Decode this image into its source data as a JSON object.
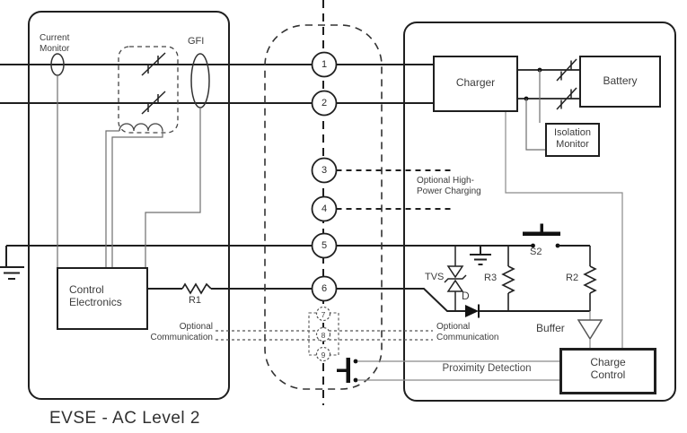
{
  "diagram": {
    "title": "EVSE - AC Level 2",
    "evse": {
      "current_monitor": "Current\nMonitor",
      "gfi": "GFI",
      "control_electronics": "Control\nElectronics",
      "r1": "R1",
      "optional_communication": "Optional\nCommunication"
    },
    "connector": {
      "pins": [
        "1",
        "2",
        "3",
        "4",
        "5",
        "6",
        "7",
        "8",
        "9"
      ],
      "optional_high_power": "Optional High-\nPower Charging"
    },
    "vehicle": {
      "charger": "Charger",
      "battery": "Battery",
      "isolation_monitor": "Isolation\nMonitor",
      "tvs": "TVS",
      "diode": "D",
      "r3": "R3",
      "r2": "R2",
      "s2": "S2",
      "buffer": "Buffer",
      "charge_control": "Charge\nControl",
      "optional_communication": "Optional\nCommunication",
      "proximity_detection": "Proximity Detection"
    },
    "colors": {
      "line": "#1f1f1f",
      "thin_line": "#6f6f6f",
      "text": "#3c3c3c",
      "background": "#ffffff"
    }
  }
}
